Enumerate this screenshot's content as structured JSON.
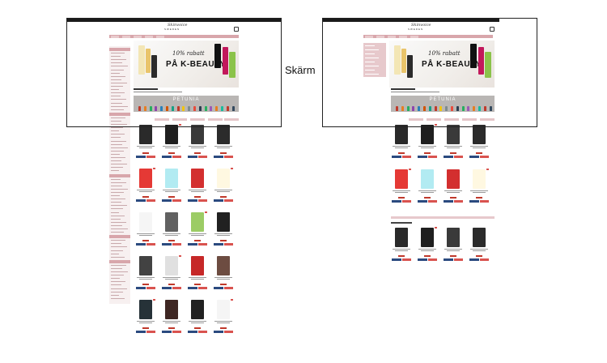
{
  "caption": "Skärm",
  "hero": {
    "line1": "10% rabatt",
    "line2": "PÅ K-BEAUTY"
  },
  "banner": {
    "brand": "PETUNIA"
  },
  "colors": {
    "accent": "#d8a6ab",
    "button_primary": "#2b4a7f",
    "button_secondary": "#d9534f",
    "price": "#c0392b"
  }
}
